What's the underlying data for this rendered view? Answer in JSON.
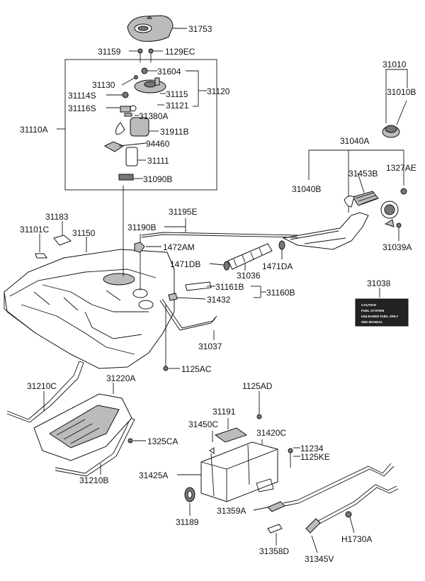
{
  "labels": {
    "p31753": "31753",
    "p31159": "31159",
    "p1129EC": "1129EC",
    "p31604": "31604",
    "p31130": "31130",
    "p31120": "31120",
    "p31114S": "31114S",
    "p31115": "31115",
    "p31116S": "31116S",
    "p31121": "31121",
    "p31380A": "31380A",
    "p31110A": "31110A",
    "p31911B": "31911B",
    "p94460": "94460",
    "p31111": "31111",
    "p31090B": "31090B",
    "p31010": "31010",
    "p31010B": "31010B",
    "p31040A": "31040A",
    "p31453B": "31453B",
    "p1327AE": "1327AE",
    "p31040B": "31040B",
    "p31195E": "31195E",
    "p31183": "31183",
    "p31101C": "31101C",
    "p31150": "31150",
    "p31190B": "31190B",
    "p1472AM": "1472AM",
    "p31039A": "31039A",
    "p1471DB": "1471DB",
    "p31036": "31036",
    "p1471DA": "1471DA",
    "p31161B": "31161B",
    "p31160B": "31160B",
    "p31432": "31432",
    "p31038": "31038",
    "p31037": "31037",
    "p1125AC": "1125AC",
    "p31220A": "31220A",
    "p31210C": "31210C",
    "p1325CA": "1325CA",
    "p31210B": "31210B",
    "p1125AD": "1125AD",
    "p31191": "31191",
    "p31450C": "31450C",
    "p31420C": "31420C",
    "p11234": "11234",
    "p1125KE": "1125KE",
    "p31425A": "31425A",
    "p31359A": "31359A",
    "p31189": "31189",
    "p31358D": "31358D",
    "p31345V": "31345V",
    "pH1730A": "H1730A"
  },
  "warning_label_lines": [
    "CAUTION",
    "FUEL SYSTEM",
    "UNLEADED FUEL ONLY",
    "SEE MANUAL"
  ]
}
